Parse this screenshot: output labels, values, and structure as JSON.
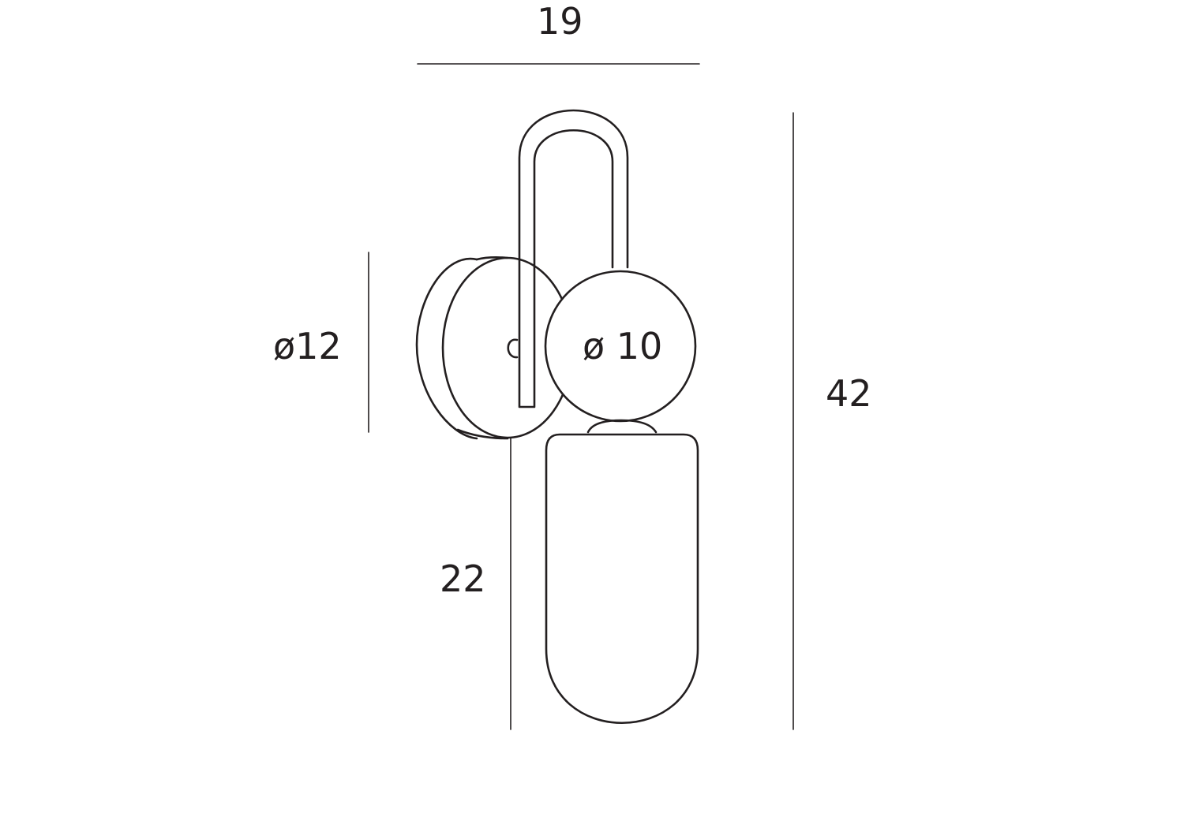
{
  "colors": {
    "stroke": "#231f20",
    "background": "#ffffff"
  },
  "dimensions": {
    "width": "19",
    "wall_plate_diameter": "ø12",
    "globe_diameter": "ø 10",
    "total_height": "42",
    "drop_height": "22"
  }
}
